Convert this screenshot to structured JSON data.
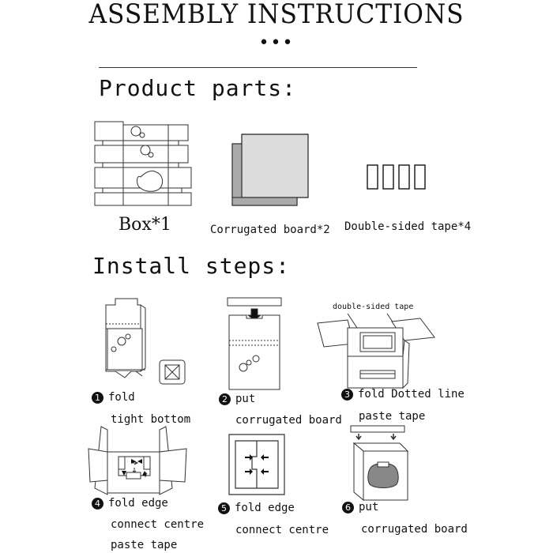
{
  "header": {
    "title": "ASSEMBLY INSTRUCTIONS",
    "dots": "•••"
  },
  "parts": {
    "heading": "Product parts:",
    "box_label": "Box*1",
    "board_label": "Corrugated board*2",
    "tape_label": "Double-sided tape*4"
  },
  "steps": {
    "heading": "Install steps:",
    "tape_callout": "double-sided tape",
    "items": [
      {
        "number": "1",
        "line1": "fold",
        "line2": "tight bottom"
      },
      {
        "number": "2",
        "line1": "put",
        "line2": "corrugated board"
      },
      {
        "number": "3",
        "line1": "fold Dotted line",
        "line2": "paste tape"
      },
      {
        "number": "4",
        "line1": "fold edge",
        "line2": "connect centre",
        "line3": "paste tape"
      },
      {
        "number": "5",
        "line1": "fold edge",
        "line2": "connect centre"
      },
      {
        "number": "6",
        "line1": "put",
        "line2": "corrugated board"
      }
    ]
  }
}
